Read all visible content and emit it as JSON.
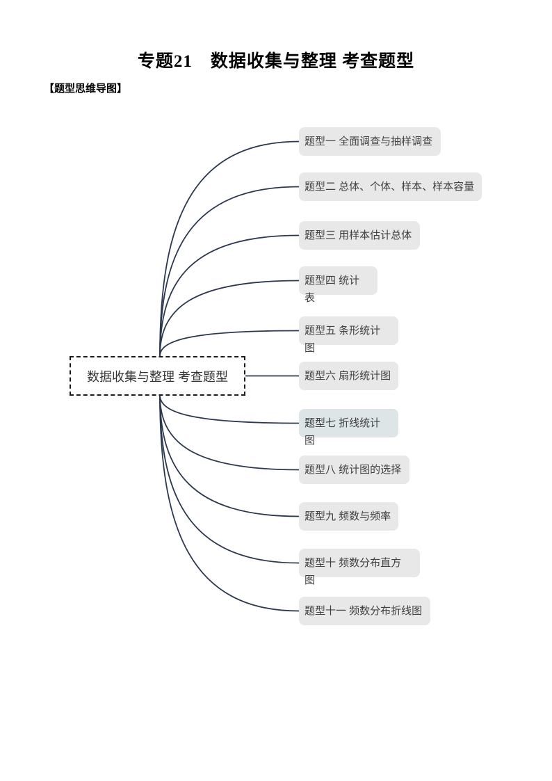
{
  "page": {
    "title": "专题21　数据收集与整理 考查题型",
    "section_header": "【题型思维导图】"
  },
  "mindmap": {
    "root_label": "数据收集与整理 考查题型",
    "branches": [
      {
        "label": "题型一 全面调查与抽样调查"
      },
      {
        "label": "题型二 总体、个体、样本、样本容量"
      },
      {
        "label": "题型三 用样本估计总体"
      },
      {
        "label": "题型四 统计\n表"
      },
      {
        "label": "题型五 条形统计\n图"
      },
      {
        "label": "题型六 扇形统计图"
      },
      {
        "label": "题型七 折线统计\n图"
      },
      {
        "label": "题型八 统计图的选择"
      },
      {
        "label": "题型九 频数与频率"
      },
      {
        "label": "题型十  频数分布直方\n图"
      },
      {
        "label": "题型十一 频数分布折线图"
      }
    ],
    "colors": {
      "node_bg": "#e8e8e8",
      "node_bg_highlight": "#dde5e7",
      "node_text": "#414141",
      "connector": "#2b3850",
      "root_border": "#1c1c1c",
      "root_text": "#333333"
    }
  }
}
